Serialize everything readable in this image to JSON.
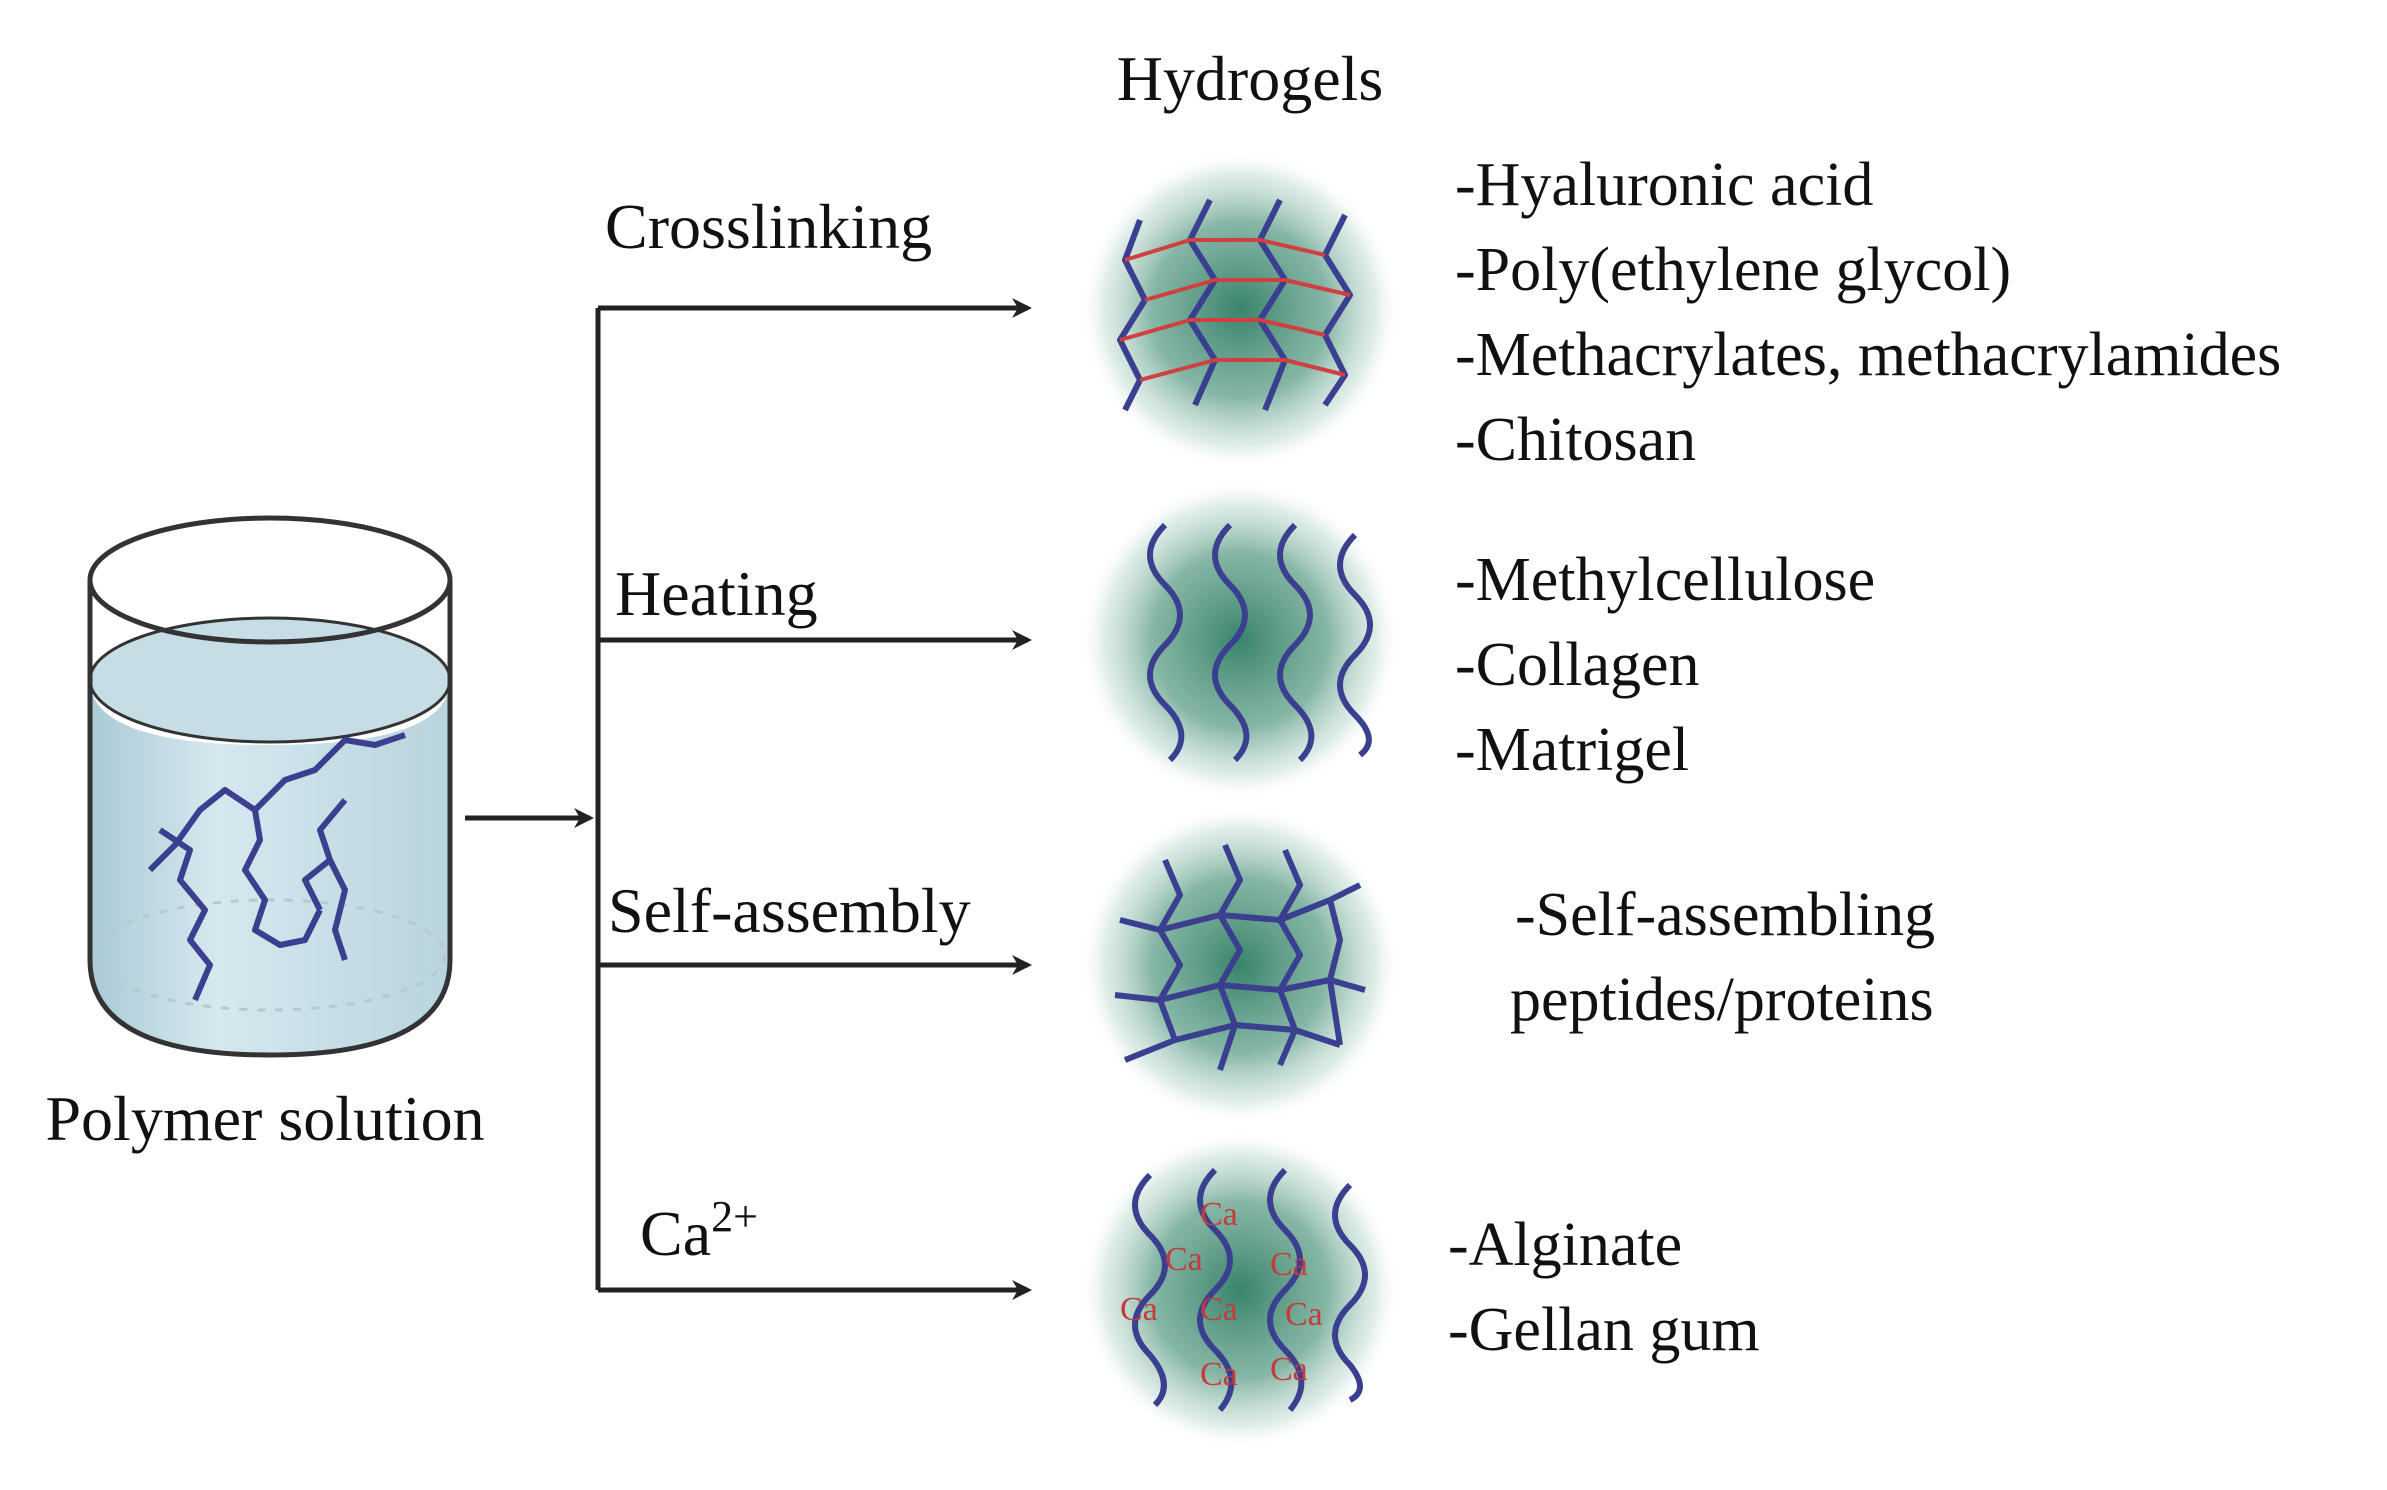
{
  "title": "Hydrogels",
  "source_label": "Polymer solution",
  "colors": {
    "line": "#222222",
    "chain": "#3a3f8f",
    "crosslink": "#d04040",
    "ion": "#c53a3a",
    "gel_core": "#2f7d64",
    "liquid": "#c8dfe8"
  },
  "pathways": [
    {
      "label": "Crosslinking",
      "gel_icon": "crosslinked-network-icon",
      "materials": [
        "-Hyaluronic acid",
        "-Poly(ethylene glycol)",
        "-Methacrylates, methacrylamides",
        "-Chitosan"
      ]
    },
    {
      "label": "Heating",
      "gel_icon": "wavy-chains-icon",
      "materials": [
        "-Methylcellulose",
        "-Collagen",
        "-Matrigel"
      ]
    },
    {
      "label": "Self-assembly",
      "gel_icon": "self-assembled-mesh-icon",
      "materials": [
        "-Self-assembling",
        "peptides/proteins"
      ]
    },
    {
      "label_base": "Ca",
      "label_sup": "2+",
      "gel_icon": "ionic-crosslink-icon",
      "ion_label": "Ca",
      "materials": [
        "-Alginate",
        "-Gellan gum"
      ]
    }
  ]
}
